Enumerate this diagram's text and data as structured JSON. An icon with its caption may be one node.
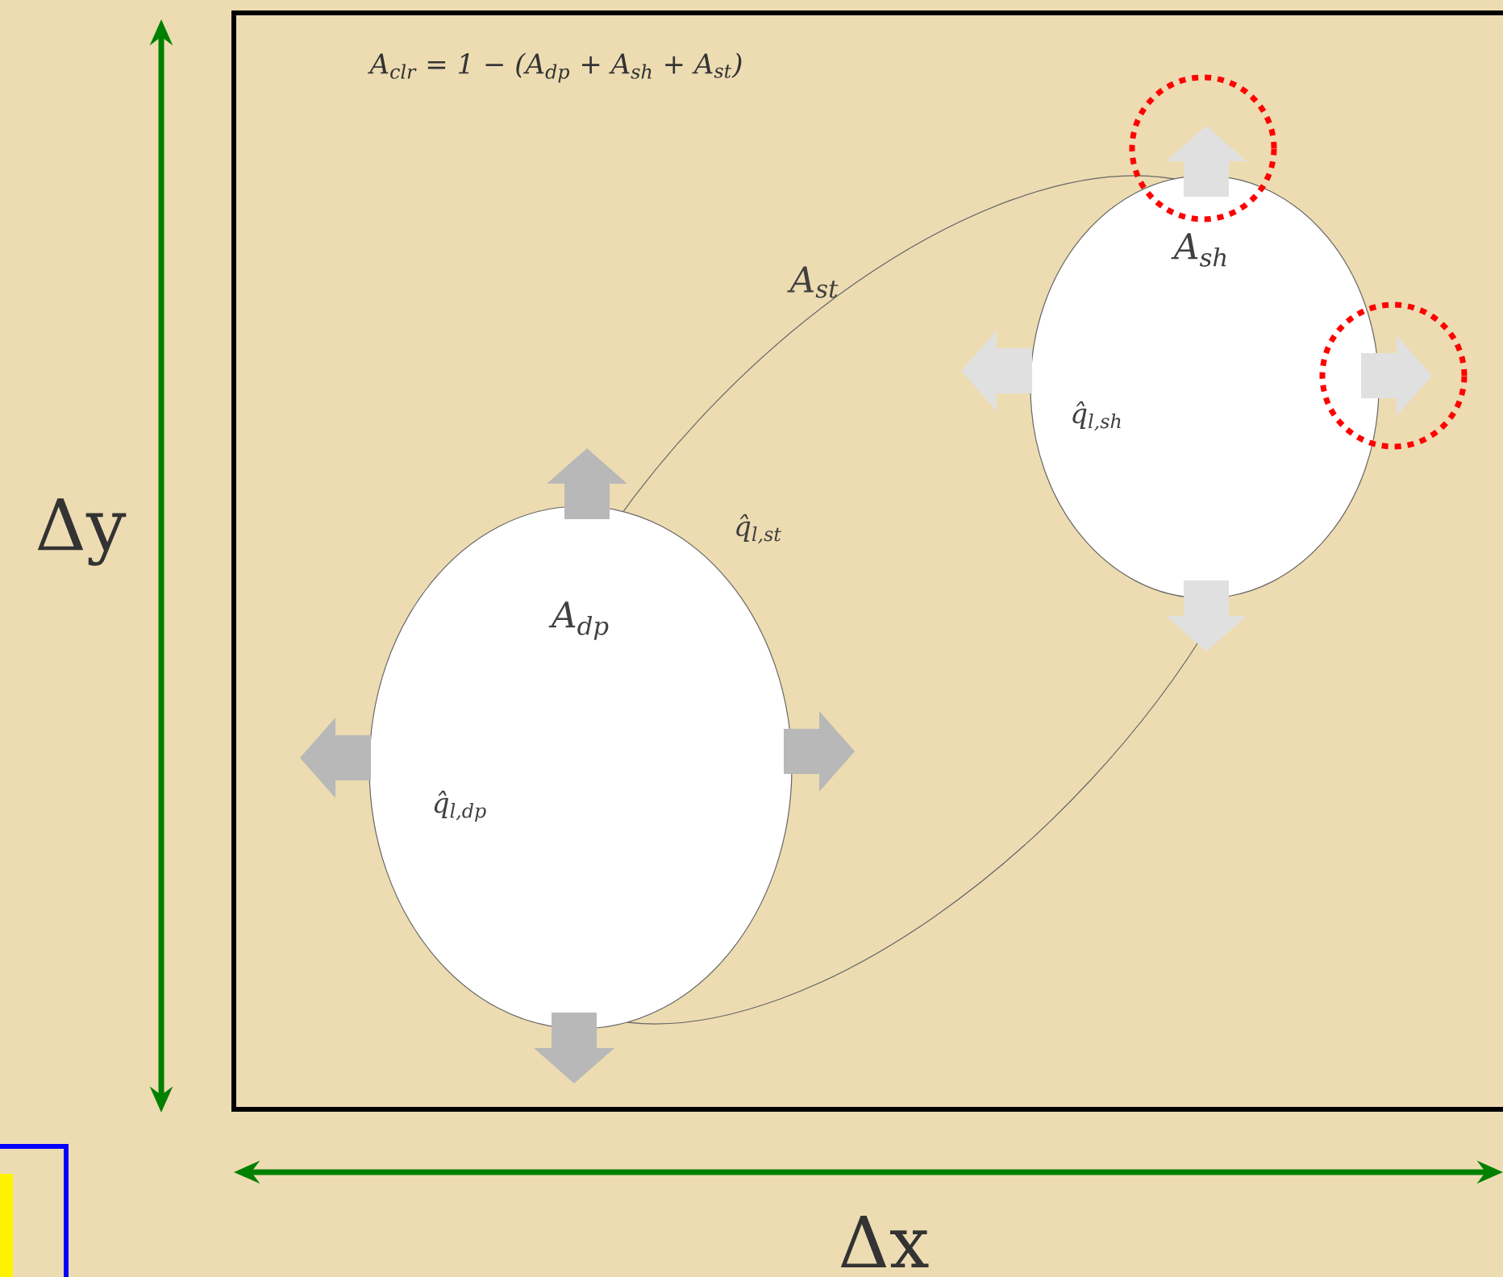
{
  "diagram": {
    "nodes": [
      {
        "text": [
          "A$_{st}$",
          "q̂$_{l,st}$"
        ]
      },
      {
        "text": [
          "A$_{dp}$",
          "q̂$_{l,dp}$"
        ]
      },
      {
        "text": [
          "A$_{sh}$",
          "q̂$_{l,sh}$"
        ]
      }
    ],
    "labels": [
      "A$_{clr}$ = 1 − (A$_{dp}$ + A$_{sh}$ + A$_{st}$)",
      "Δy",
      "Δx"
    ]
  }
}
